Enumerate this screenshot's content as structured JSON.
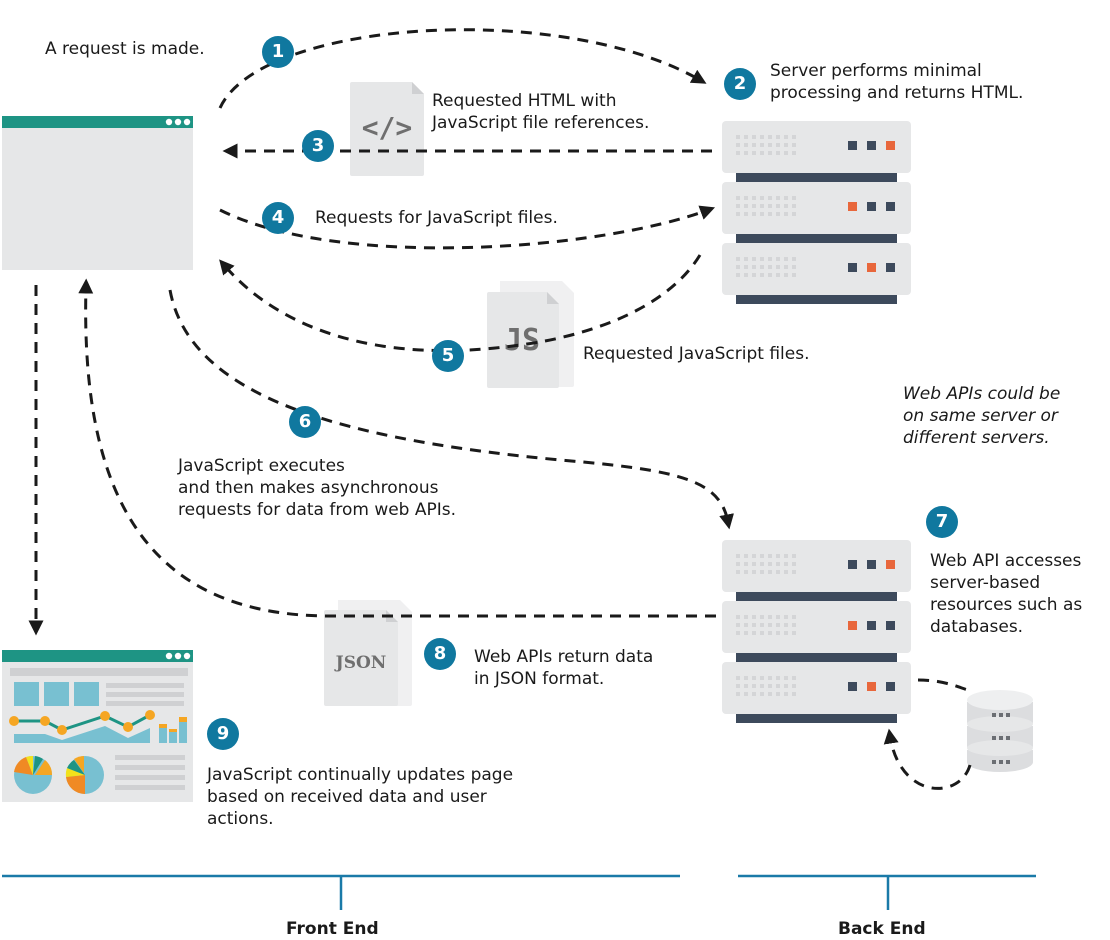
{
  "steps": [
    {
      "number": "1",
      "text": [
        "A request is made."
      ]
    },
    {
      "number": "2",
      "text": [
        "Server performs minimal",
        "processing and returns HTML."
      ]
    },
    {
      "number": "3",
      "text": [
        "Requested HTML with",
        "JavaScript file references."
      ]
    },
    {
      "number": "4",
      "text": [
        "Requests for JavaScript files."
      ]
    },
    {
      "number": "5",
      "text": [
        "Requested JavaScript files."
      ]
    },
    {
      "number": "6",
      "text": [
        "JavaScript executes",
        "and then makes asynchronous",
        "requests for data from web APIs."
      ]
    },
    {
      "number": "7",
      "text": [
        "Web API accesses",
        "server-based",
        "resources such as",
        "databases."
      ]
    },
    {
      "number": "8",
      "text": [
        "Web APIs return data",
        "in JSON format."
      ]
    },
    {
      "number": "9",
      "text": [
        "JavaScript continually updates page",
        "based on received data and user",
        "actions."
      ]
    }
  ],
  "note": [
    "Web APIs could be",
    "on same server or",
    "different servers."
  ],
  "file_icons": {
    "html": "</>",
    "js": "JS",
    "json": "JSON"
  },
  "sections": {
    "front_end": "Front End",
    "back_end": "Back End"
  },
  "colors": {
    "badge": "#10789f",
    "browser_bar": "#1e9484",
    "panel": "#e6e7e8",
    "server_dark": "#3d4a5c",
    "led_orange": "#e8673c",
    "divider": "#1a7aa8"
  }
}
